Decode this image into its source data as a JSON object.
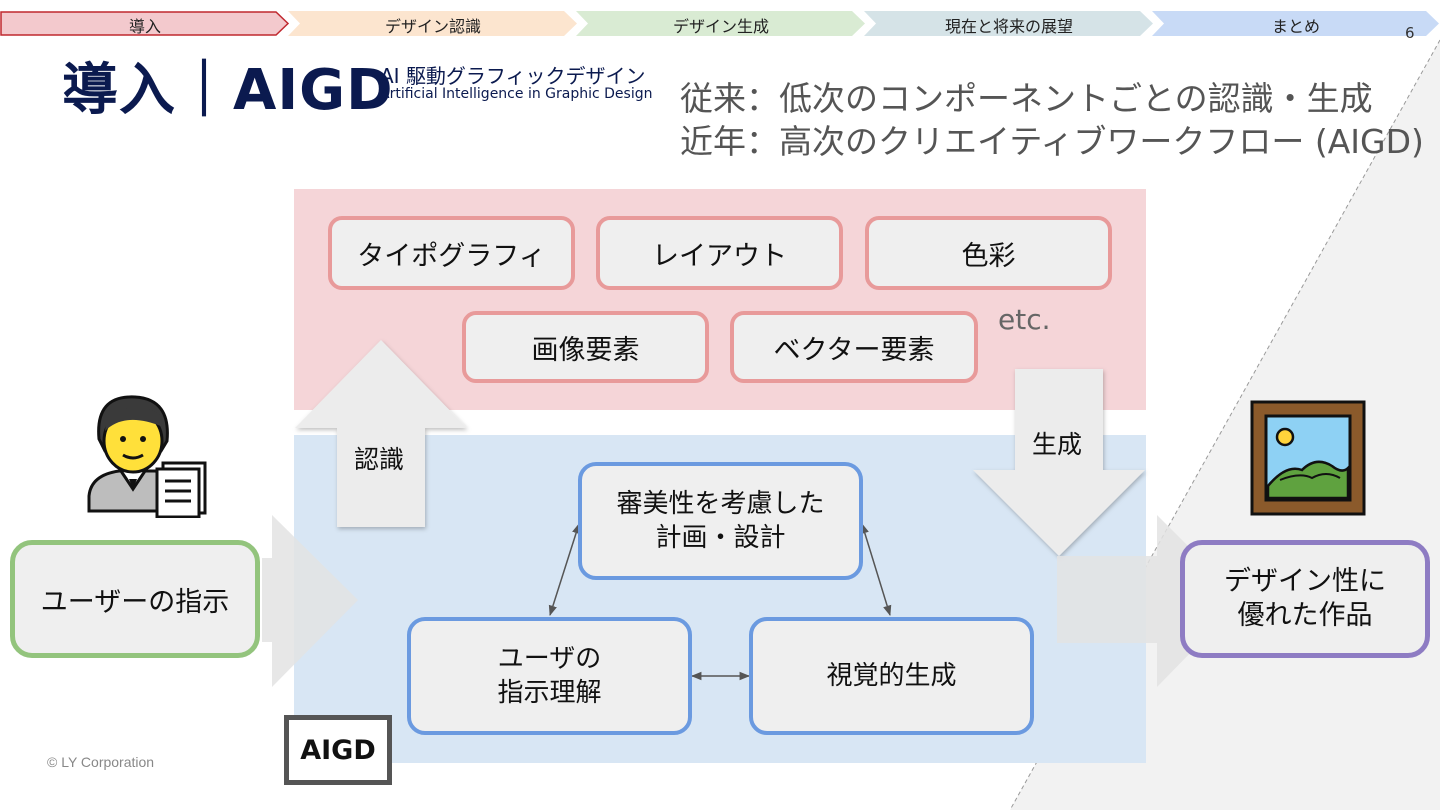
{
  "progress": {
    "tabs": [
      {
        "label": "導入",
        "active": true
      },
      {
        "label": "デザイン認識",
        "active": false
      },
      {
        "label": "デザイン生成",
        "active": false
      },
      {
        "label": "現在と将来の展望",
        "active": false
      },
      {
        "label": "まとめ",
        "active": false
      }
    ],
    "colors": [
      "#f3c9cd",
      "#fce5cf",
      "#d9ebd3",
      "#d5e3e7",
      "#c8daf6"
    ],
    "active_border": "#c0282f"
  },
  "slide_number": "6",
  "title": {
    "main": "導入｜AIGD",
    "sub_jp": "AI 駆動グラフィックデザイン",
    "sub_en": "Artificial Intelligence in Graphic Design"
  },
  "header_lines": [
    "従来：低次のコンポーネントごとの認識・生成",
    "近年：高次のクリエイティブワークフロー (AIGD)"
  ],
  "components": {
    "items": [
      "タイポグラフィ",
      "レイアウト",
      "色彩",
      "画像要素",
      "ベクター要素"
    ],
    "etc": "etc."
  },
  "arrows": {
    "recognize": "認識",
    "generate": "生成"
  },
  "workflow": {
    "plan": [
      "審美性を考慮した",
      "計画・設計"
    ],
    "understand": [
      "ユーザの",
      "指示理解"
    ],
    "visual": "視覚的生成"
  },
  "input_label": "ユーザーの指示",
  "output_label": [
    "デザイン性に",
    "優れた作品"
  ],
  "aigd_badge": "AIGD",
  "copyright": "© LY Corporation",
  "icons": [
    "person-with-document-icon",
    "framed-picture-icon"
  ]
}
